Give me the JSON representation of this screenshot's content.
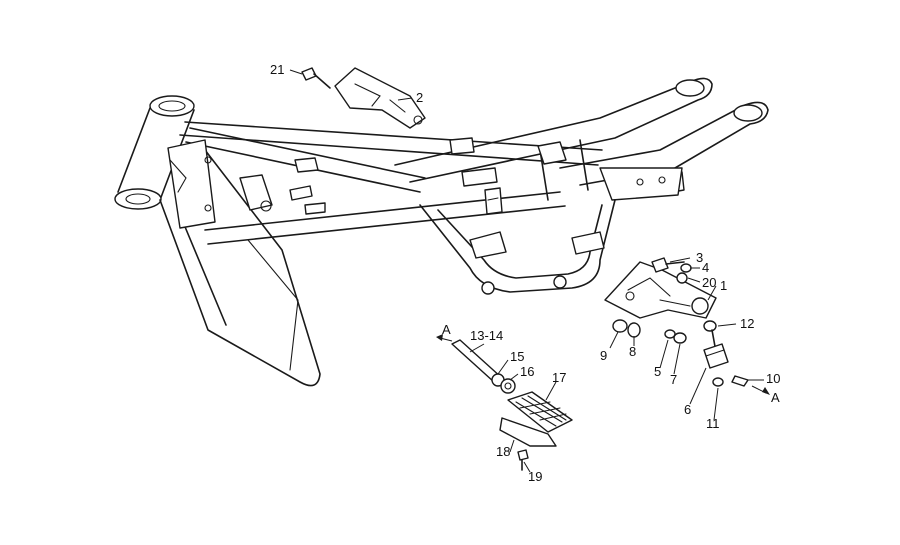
{
  "callouts": {
    "c1": "1",
    "c2": "2",
    "c3": "3",
    "c4": "4",
    "c5": "5",
    "c6": "6",
    "c7": "7",
    "c8": "8",
    "c9": "9",
    "c10": "10",
    "c11": "11",
    "c12": "12",
    "c13_14": "13-14",
    "c15": "15",
    "c16": "16",
    "c17": "17",
    "c18": "18",
    "c19": "19",
    "c20": "20",
    "c21": "21"
  },
  "arrows": {
    "a_left": "A",
    "a_right": "A"
  },
  "colors": {
    "line": "#1a1a1a",
    "background": "#ffffff"
  }
}
